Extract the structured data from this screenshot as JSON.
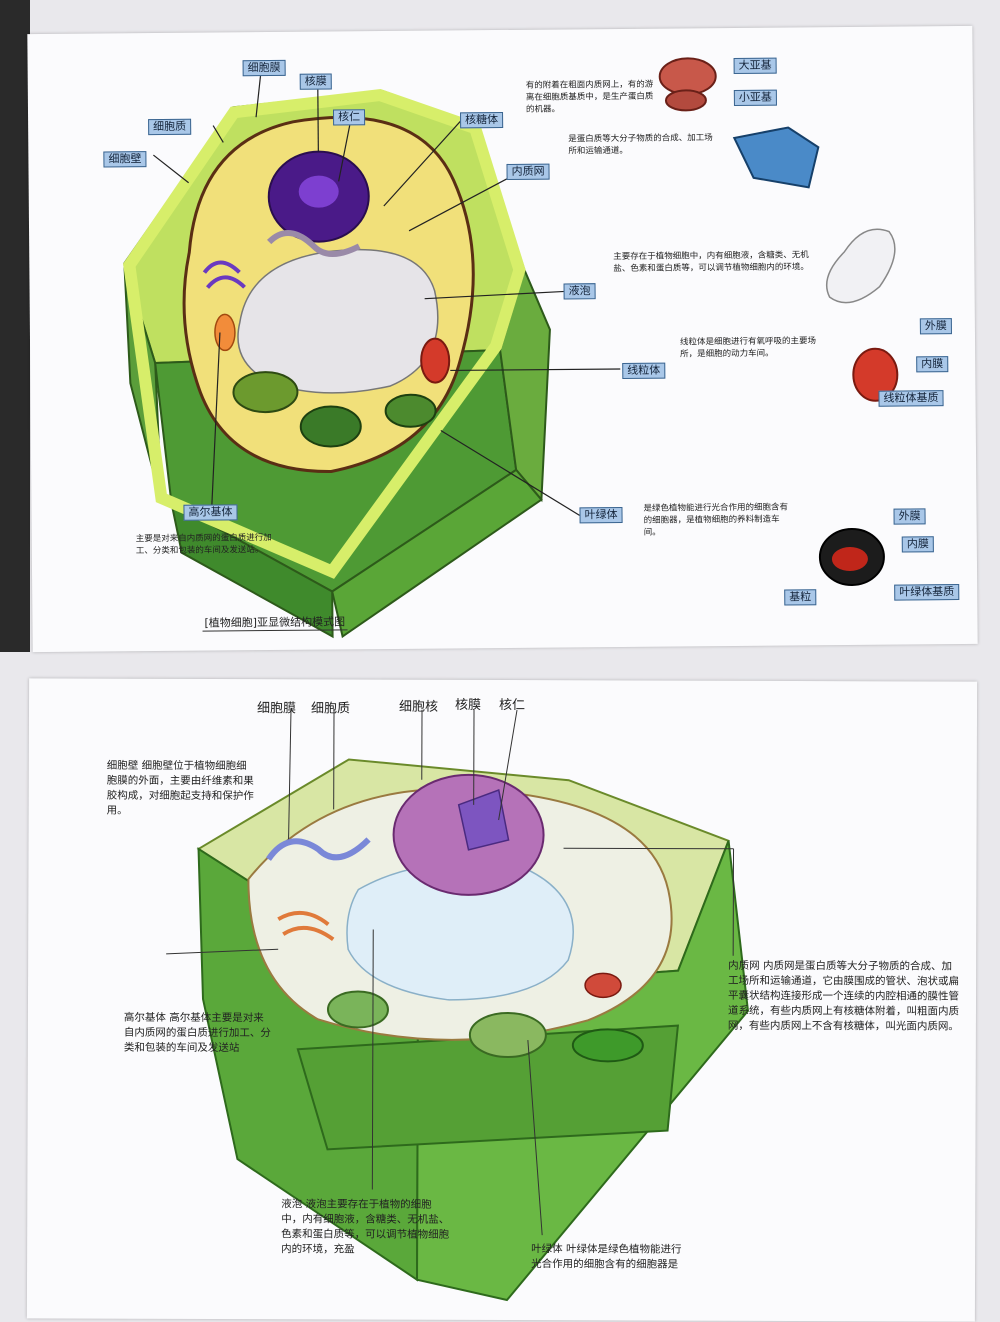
{
  "top_labels": {
    "cell_membrane": "细胞膜",
    "nuclear_membrane": "核膜",
    "nucleolus": "核仁",
    "cytoplasm": "细胞质",
    "cell_wall": "细胞壁",
    "ribosome": "核糖体",
    "er": "内质网",
    "vacuole": "液泡",
    "mitochondria": "线粒体",
    "golgi": "高尔基体",
    "chloroplast": "叶绿体",
    "large_subunit": "大亚基",
    "small_subunit": "小亚基",
    "mito_outer": "外膜",
    "mito_inner": "内膜",
    "mito_matrix": "线粒体基质",
    "chl_outer": "外膜",
    "chl_inner": "内膜",
    "chl_stroma": "叶绿体基质",
    "grana": "基粒"
  },
  "top_notes": {
    "ribosome": "有的附着在粗面内质网上，有的游离在细胞质基质中，是生产蛋白质的机器。",
    "er": "是蛋白质等大分子物质的合成、加工场所和运输通道。",
    "vacuole": "主要存在于植物细胞中，内有细胞液，含糖类、无机盐、色素和蛋白质等，可以调节植物细胞内的环境。",
    "mitochondria": "线粒体是细胞进行有氧呼吸的主要场所，是细胞的动力车间。",
    "golgi": "主要是对来自内质网的蛋白质进行加工、分类和包装的车间及发送站。",
    "chloroplast": "是绿色植物能进行光合作用的细胞含有的细胞器，是植物细胞的养料制造车间。"
  },
  "top_title": "[植物细胞]亚显微结构模式图",
  "bottom_labels": {
    "cell_membrane": "细胞膜",
    "cytoplasm": "细胞质",
    "nucleus": "细胞核",
    "nuclear_membrane": "核膜",
    "nucleolus": "核仁"
  },
  "bottom_notes": {
    "cell_wall": "细胞壁  细胞壁位于植物细胞细胞膜的外面，主要由纤维素和果胶构成，对细胞起支持和保护作用。",
    "er": "内质网  内质网是蛋白质等大分子物质的合成、加工场所和运输通道，它由膜围成的管状、泡状或扁平囊状结构连接形成一个连续的内腔相通的膜性管道系统，有些内质网上有核糖体附着，叫粗面内质网，有些内质网上不含有核糖体，叫光面内质网。",
    "golgi": "高尔基体  高尔基体主要是对来自内质网的蛋白质进行加工、分类和包装的车间及发送站",
    "vacuole": "液泡  液泡主要存在于植物的细胞中，内有细胞液，含糖类、无机盐、色素和蛋白质等，可以调节植物细胞内的环境，充盈",
    "chloroplast": "叶绿体  叶绿体是绿色植物能进行光合作用的细胞含有的细胞器是"
  }
}
